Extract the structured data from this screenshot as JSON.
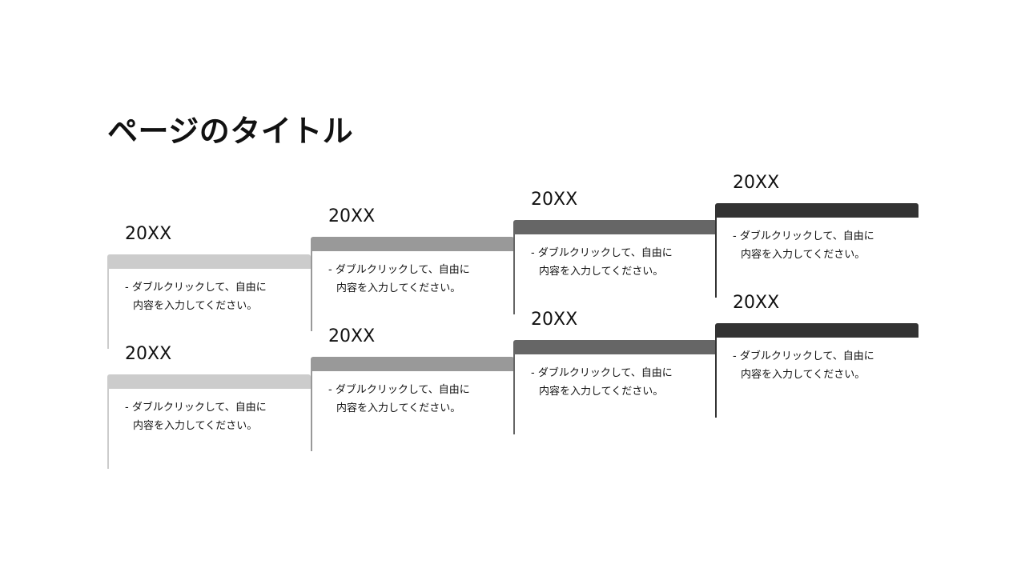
{
  "title": "ページのタイトル",
  "colors": {
    "level1": "#cccccc",
    "level2": "#999999",
    "level3": "#666666",
    "level4": "#333333"
  },
  "rows": [
    {
      "steps": [
        {
          "year": "20XX",
          "line1": "- ダブルクリックして、自由に",
          "line2": "内容を入力してください。"
        },
        {
          "year": "20XX",
          "line1": "- ダブルクリックして、自由に",
          "line2": "内容を入力してください。"
        },
        {
          "year": "20XX",
          "line1": "- ダブルクリックして、自由に",
          "line2": "内容を入力してください。"
        },
        {
          "year": "20XX",
          "line1": "- ダブルクリックして、自由に",
          "line2": "内容を入力してください。"
        }
      ]
    },
    {
      "steps": [
        {
          "year": "20XX",
          "line1": "- ダブルクリックして、自由に",
          "line2": "内容を入力してください。"
        },
        {
          "year": "20XX",
          "line1": "- ダブルクリックして、自由に",
          "line2": "内容を入力してください。"
        },
        {
          "year": "20XX",
          "line1": "- ダブルクリックして、自由に",
          "line2": "内容を入力してください。"
        },
        {
          "year": "20XX",
          "line1": "- ダブルクリックして、自由に",
          "line2": "内容を入力してください。"
        }
      ]
    }
  ]
}
